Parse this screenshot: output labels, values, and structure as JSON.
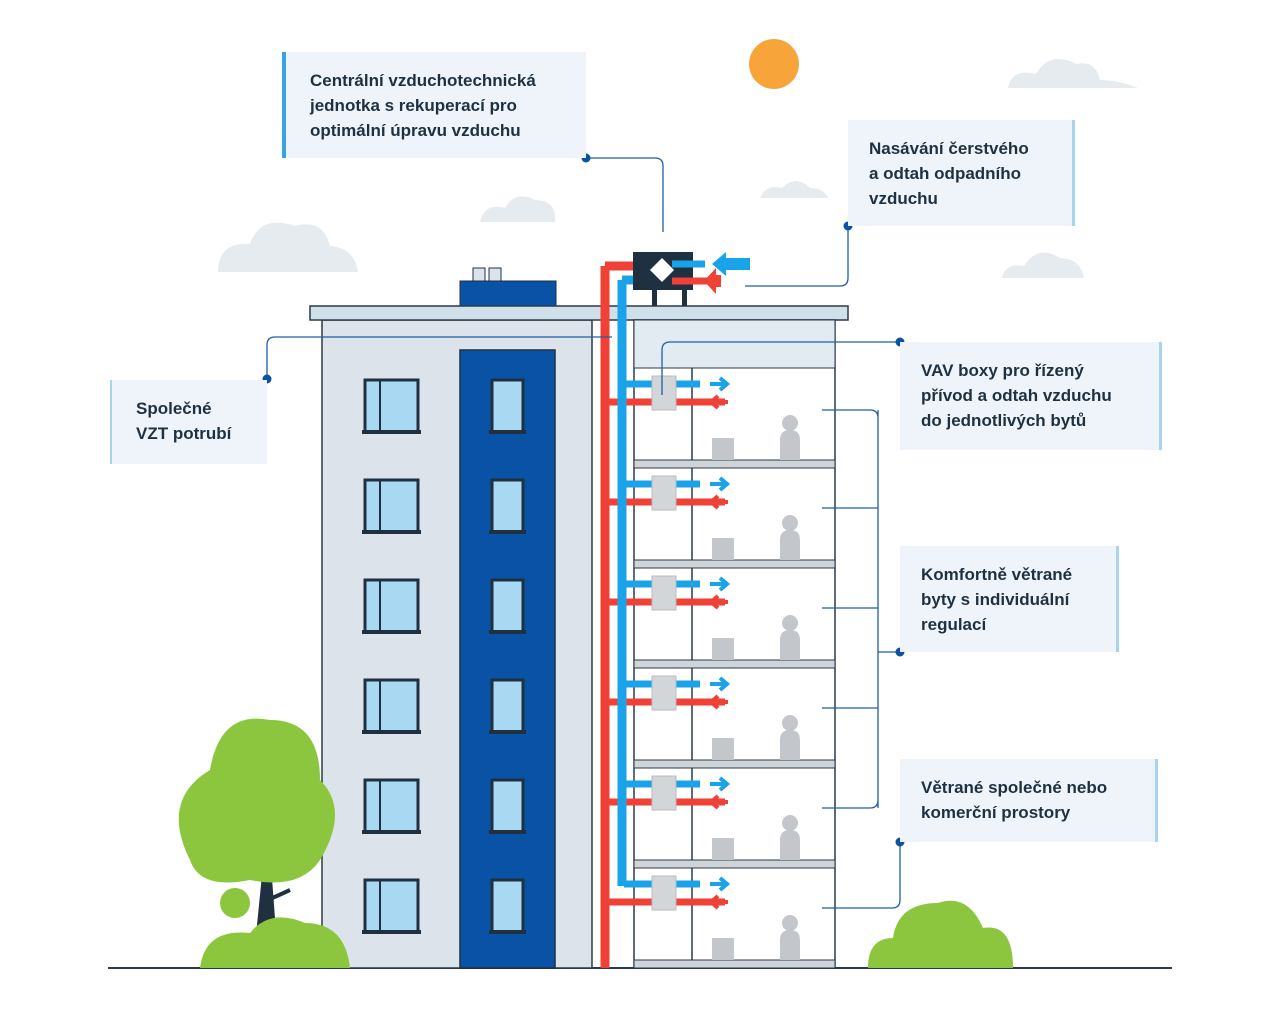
{
  "labels": {
    "central_unit": [
      "Centrální vzduchotechnická",
      "jednotka s rekuperací pro",
      "optimální úpravu vzduchu"
    ],
    "intake": [
      "Nasávání čerstvého",
      "a odtah odpadního",
      "vzduchu"
    ],
    "shared_duct": [
      "Společné",
      "VZT potrubí"
    ],
    "vav": [
      "VAV boxy pro řízený",
      "přívod a odtah vzduchu",
      "do jednotlivých bytů"
    ],
    "apartments": [
      "Komfortně větrané",
      "byty s individuální",
      "regulací"
    ],
    "commercial": [
      "Větrané společné nebo",
      "komerční prostory"
    ]
  },
  "colors": {
    "supply": "#1aa3e8",
    "exhaust": "#ef4136",
    "building": "#dde3ea",
    "column": "#0a52a6",
    "sun": "#f7a43b",
    "tree": "#8cc63f"
  }
}
